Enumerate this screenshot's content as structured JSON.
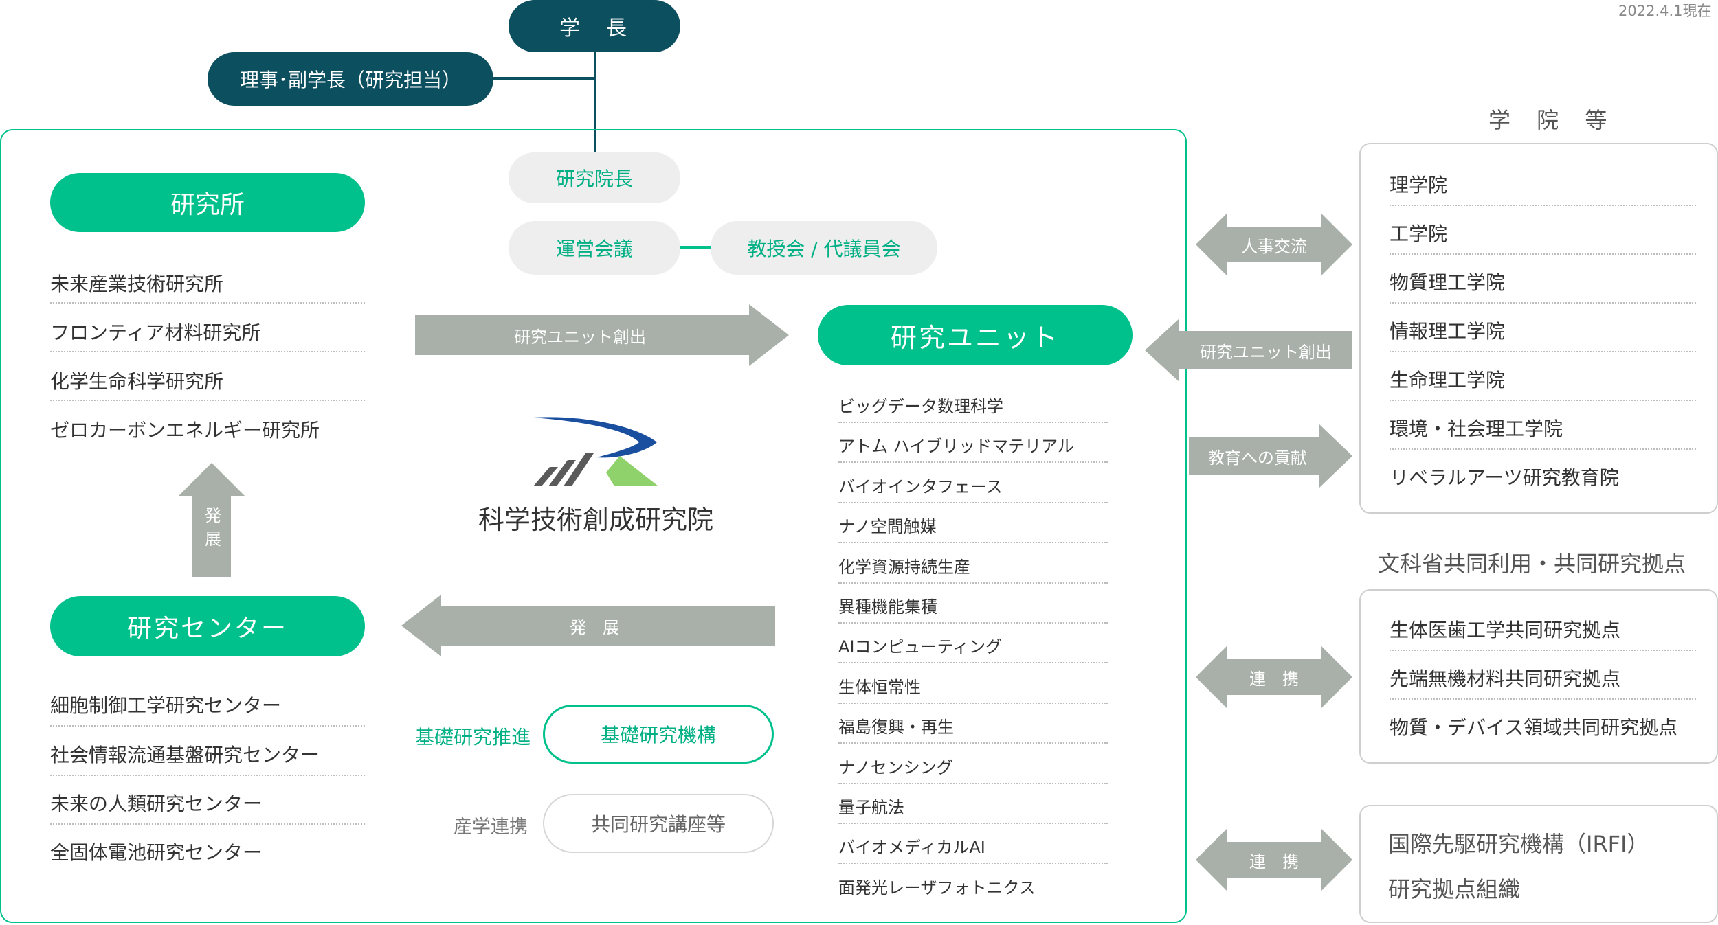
{
  "date": "2022.4.1現在",
  "president": "学　長",
  "vice_president": "理事･副学長（研究担当）",
  "institute": {
    "name": "科学技術創成研究院",
    "director": "研究院長",
    "council": "運営会議",
    "faculty_meeting": "教授会 / 代議員会"
  },
  "labs": {
    "header": "研究所",
    "items": [
      "未来産業技術研究所",
      "フロンティア材料研究所",
      "化学生命科学研究所",
      "ゼロカーボンエネルギー研究所"
    ]
  },
  "centers": {
    "header": "研究センター",
    "items": [
      "細胞制御工学研究センター",
      "社会情報流通基盤研究センター",
      "未来の人類研究センター",
      "全固体電池研究センター"
    ]
  },
  "development_label": "発展",
  "development_label_spaced": "発　展",
  "create_units_label": "研究ユニット創出",
  "units": {
    "header": "研究ユニット",
    "items": [
      "ビッグデータ数理科学",
      "アトム ハイブリッドマテリアル",
      "バイオインタフェース",
      "ナノ空間触媒",
      "化学資源持続生産",
      "異種機能集積",
      "AIコンピューティング",
      "生体恒常性",
      "福島復興・再生",
      "ナノセンシング",
      "量子航法",
      "バイオメディカルAI",
      "面発光レーザフォトニクス"
    ]
  },
  "basic_research": {
    "label": "基礎研究推進",
    "name": "基礎研究機構"
  },
  "industry": {
    "label": "産学連携",
    "name": "共同研究講座等"
  },
  "schools": {
    "header": "学 院 等",
    "items": [
      "理学院",
      "工学院",
      "物質理工学院",
      "情報理工学院",
      "生命理工学院",
      "環境・社会理工学院",
      "リベラルアーツ研究教育院"
    ]
  },
  "arrows": {
    "personnel": "人事交流",
    "unit_creation": "研究ユニット創出",
    "education": "教育への貢献",
    "cooperation": "連　携",
    "cooperation2": "連　携"
  },
  "mext": {
    "header": "文科省共同利用・共同研究拠点",
    "items": [
      "生体医歯工学共同研究拠点",
      "先端無機材料共同研究拠点",
      "物質・デバイス領域共同研究拠点"
    ]
  },
  "irfi": {
    "items": [
      "国際先駆研究機構（IRFI）",
      "研究拠点組織"
    ]
  },
  "colors": {
    "dark_teal": "#0c4f5f",
    "green": "#00c08b",
    "arrow_gray": "#a8b0a9",
    "light_gray": "#eeeeee"
  }
}
